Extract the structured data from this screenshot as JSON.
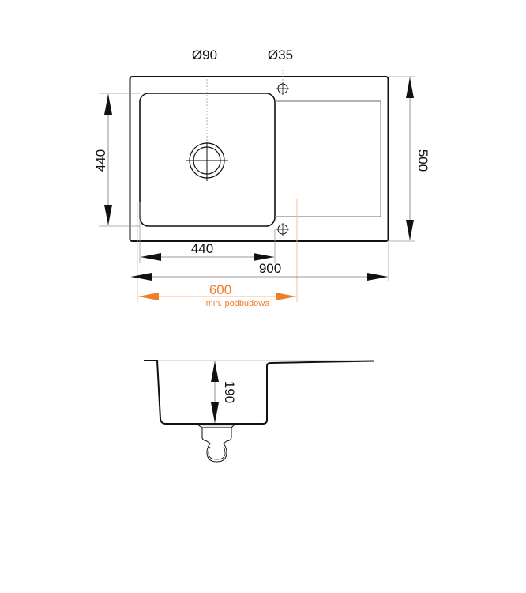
{
  "drawing": {
    "top_view": {
      "labels": {
        "drain_diameter": "Ø90",
        "tap_hole_diameter": "Ø35",
        "bowl_height": "440",
        "overall_depth": "500",
        "bowl_width": "440",
        "overall_width": "900",
        "min_cabinet_width": "600",
        "min_cabinet_note": "min. podbudowa"
      }
    },
    "side_view": {
      "labels": {
        "bowl_depth": "190"
      }
    },
    "colors": {
      "line": "#111111",
      "dimension": "#999999",
      "accent": "#F07D28"
    }
  }
}
